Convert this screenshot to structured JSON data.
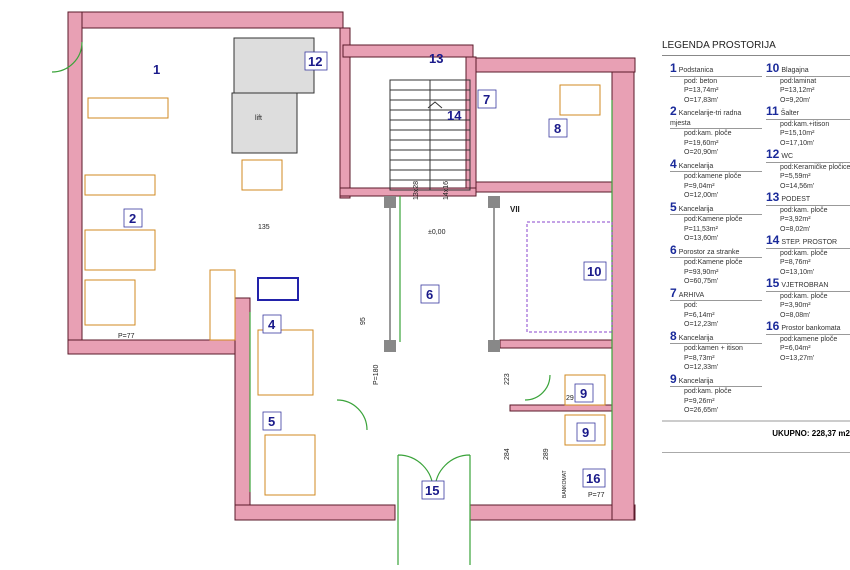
{
  "legend": {
    "title": "LEGENDA PROSTORIJA",
    "left": [
      {
        "num": "1",
        "name": "Podstanica",
        "floor": "pod: beton",
        "p": "P=13,74m²",
        "o": "O=17,83m'"
      },
      {
        "num": "2",
        "name": "Kancelarije-tri radna mjesta",
        "floor": "pod:kam. ploče",
        "p": "P=19,60m²",
        "o": "O=20,90m'"
      },
      {
        "num": "4",
        "name": "Kancelarija",
        "floor": "pod:kamene ploče",
        "p": "P=9,04m²",
        "o": "O=12,00m'"
      },
      {
        "num": "5",
        "name": "Kancelarija",
        "floor": "pod:Kamene ploče",
        "p": "P=11,53m²",
        "o": "O=13,60m'"
      },
      {
        "num": "6",
        "name": "Porostor za stranke",
        "floor": "pod:Kamene ploče",
        "p": "P=93,90m²",
        "o": "O=60,75m'"
      },
      {
        "num": "7",
        "name": "ARHIVA",
        "floor": "pod:",
        "p": "P=6,14m²",
        "o": "O=12,23m'"
      },
      {
        "num": "8",
        "name": "Kancelarija",
        "floor": "pod:kamen + itison",
        "p": "P=8,73m²",
        "o": "O=12,33m'"
      },
      {
        "num": "9",
        "name": "Kancelarija",
        "floor": "pod:kam. ploče",
        "p": "P=9,26m²",
        "o": "O=26,65m'"
      }
    ],
    "right": [
      {
        "num": "10",
        "name": "Blagajna",
        "floor": "pod:laminat",
        "p": "P=13,12m²",
        "o": "O=9,20m'"
      },
      {
        "num": "11",
        "name": "Šalter",
        "floor": "pod:kam.+itison",
        "p": "P=15,10m²",
        "o": "O=17,10m'"
      },
      {
        "num": "12",
        "name": "WC",
        "floor": "pod:Keramičke pločice",
        "p": "P=5,59m²",
        "o": "O=14,56m'"
      },
      {
        "num": "13",
        "name": "PODEST",
        "floor": "pod:kam. ploče",
        "p": "P=3,92m²",
        "o": "O=8,02m'"
      },
      {
        "num": "14",
        "name": "STEP. PROSTOR",
        "floor": "pod:kam. ploče",
        "p": "P=8,76m²",
        "o": "O=13,10m'"
      },
      {
        "num": "15",
        "name": "VJETROBRAN",
        "floor": "pod:kam. ploče",
        "p": "P=3,90m²",
        "o": "O=8,08m'"
      },
      {
        "num": "16",
        "name": "Prostor bankomata",
        "floor": "pod:kamene ploče",
        "p": "P=6,04m²",
        "o": "O=13,27m'"
      }
    ]
  },
  "total": "UKUPNO: 228,37 m2",
  "rooms": [
    "1",
    "2",
    "4",
    "5",
    "6",
    "7",
    "8",
    "9",
    "9",
    "10",
    "12",
    "13",
    "14",
    "15",
    "16"
  ],
  "dims": {
    "d135": "135",
    "d95": "95",
    "d180": "P=180",
    "d223": "223",
    "d284": "284",
    "d289": "289",
    "d29": "29",
    "level": "±0,00",
    "lift": "lift",
    "p77": "P=77",
    "vii": "VII",
    "stair1": "13x28",
    "stair2": "14x16",
    "bank": "BANKOMAT"
  }
}
